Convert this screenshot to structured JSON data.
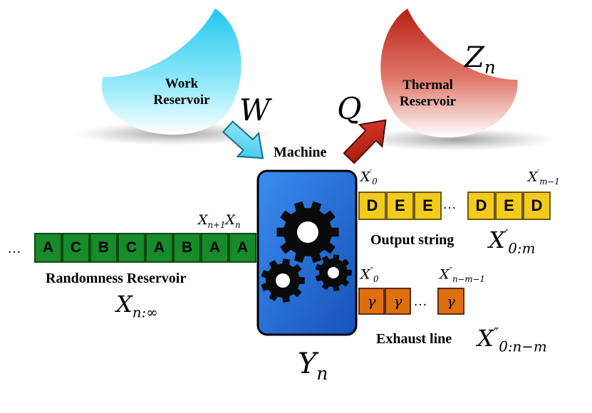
{
  "work_reservoir": {
    "line1": "Work",
    "line2": "Reservoir",
    "color": "#4fd7f3"
  },
  "thermal_reservoir": {
    "line1": "Thermal",
    "line2": "Reservoir",
    "color": "#c8382a"
  },
  "symbols": {
    "W": "W",
    "Q": "Q",
    "Z_n": {
      "base": "Z",
      "sub": "n"
    },
    "Y_n": {
      "base": "Y",
      "sub": "n"
    },
    "X_n_inf": {
      "base": "X",
      "sub": "n:∞"
    },
    "X_out": {
      "base": "X",
      "sup": "′",
      "sub": "0:m"
    },
    "X_exhaust": {
      "base": "X",
      "sup": "″",
      "sub": "0:n−m"
    },
    "X_np1": {
      "base": "X",
      "sub": "n+1"
    },
    "X_n": {
      "base": "X",
      "sub": "n"
    },
    "X0p": {
      "base": "X",
      "sup": "′",
      "sub": "0"
    },
    "Xm1p": {
      "base": "X",
      "sup": "′",
      "sub": "m−1"
    },
    "X0pp": {
      "base": "X",
      "sup": "″",
      "sub": "0"
    },
    "Xnm1pp": {
      "base": "X",
      "sup": "″",
      "sub": "n−m−1"
    }
  },
  "machine": {
    "label": "Machine",
    "color": "#1f6fd6"
  },
  "randomness": {
    "label": "Randomness Reservoir",
    "ellipsis": "…",
    "cells": [
      "A",
      "C",
      "B",
      "C",
      "A",
      "B",
      "A",
      "A"
    ],
    "color": "#178a2a"
  },
  "output": {
    "label": "Output string",
    "left_cells": [
      "D",
      "E",
      "E"
    ],
    "ellipsis": "…",
    "right_cells": [
      "D",
      "E",
      "D"
    ],
    "color": "#f2cb1d"
  },
  "exhaust": {
    "label": "Exhaust line",
    "left_cells": [
      "γ",
      "γ"
    ],
    "ellipsis": "…",
    "right_cells": [
      "γ"
    ],
    "color": "#e06f0e"
  }
}
